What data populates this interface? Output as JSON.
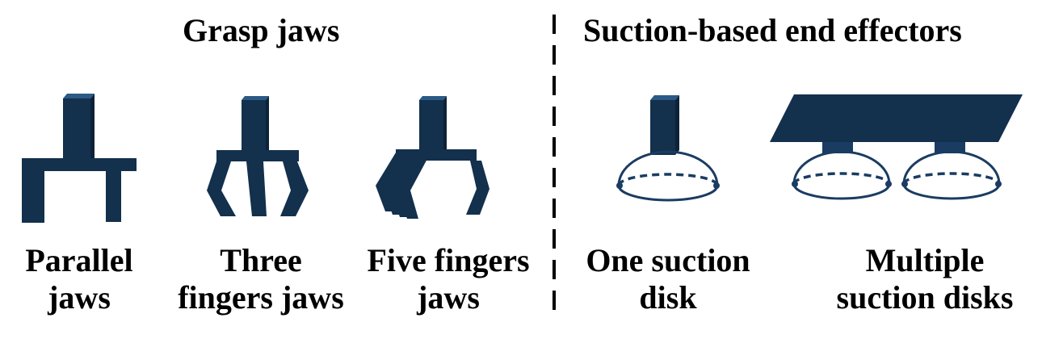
{
  "sections": {
    "grasp_jaws": {
      "title": "Grasp jaws",
      "items": [
        {
          "line1": "Parallel",
          "line2": "jaws",
          "icon": "parallel-jaw-gripper-icon"
        },
        {
          "line1": "Three",
          "line2": "fingers jaws",
          "icon": "three-finger-gripper-icon"
        },
        {
          "line1": "Five fingers",
          "line2": "jaws",
          "icon": "five-finger-gripper-icon"
        }
      ]
    },
    "suction": {
      "title": "Suction-based end effectors",
      "items": [
        {
          "line1": "One suction",
          "line2": "disk",
          "icon": "single-suction-cup-icon"
        },
        {
          "line1": "Multiple",
          "line2": "suction disks",
          "icon": "multi-suction-cup-icon"
        }
      ]
    }
  },
  "colors": {
    "shape_fill": "#13304d",
    "shape_top": "#2c5a86",
    "suction_outline": "#1a3c62",
    "divider": "#000000"
  }
}
